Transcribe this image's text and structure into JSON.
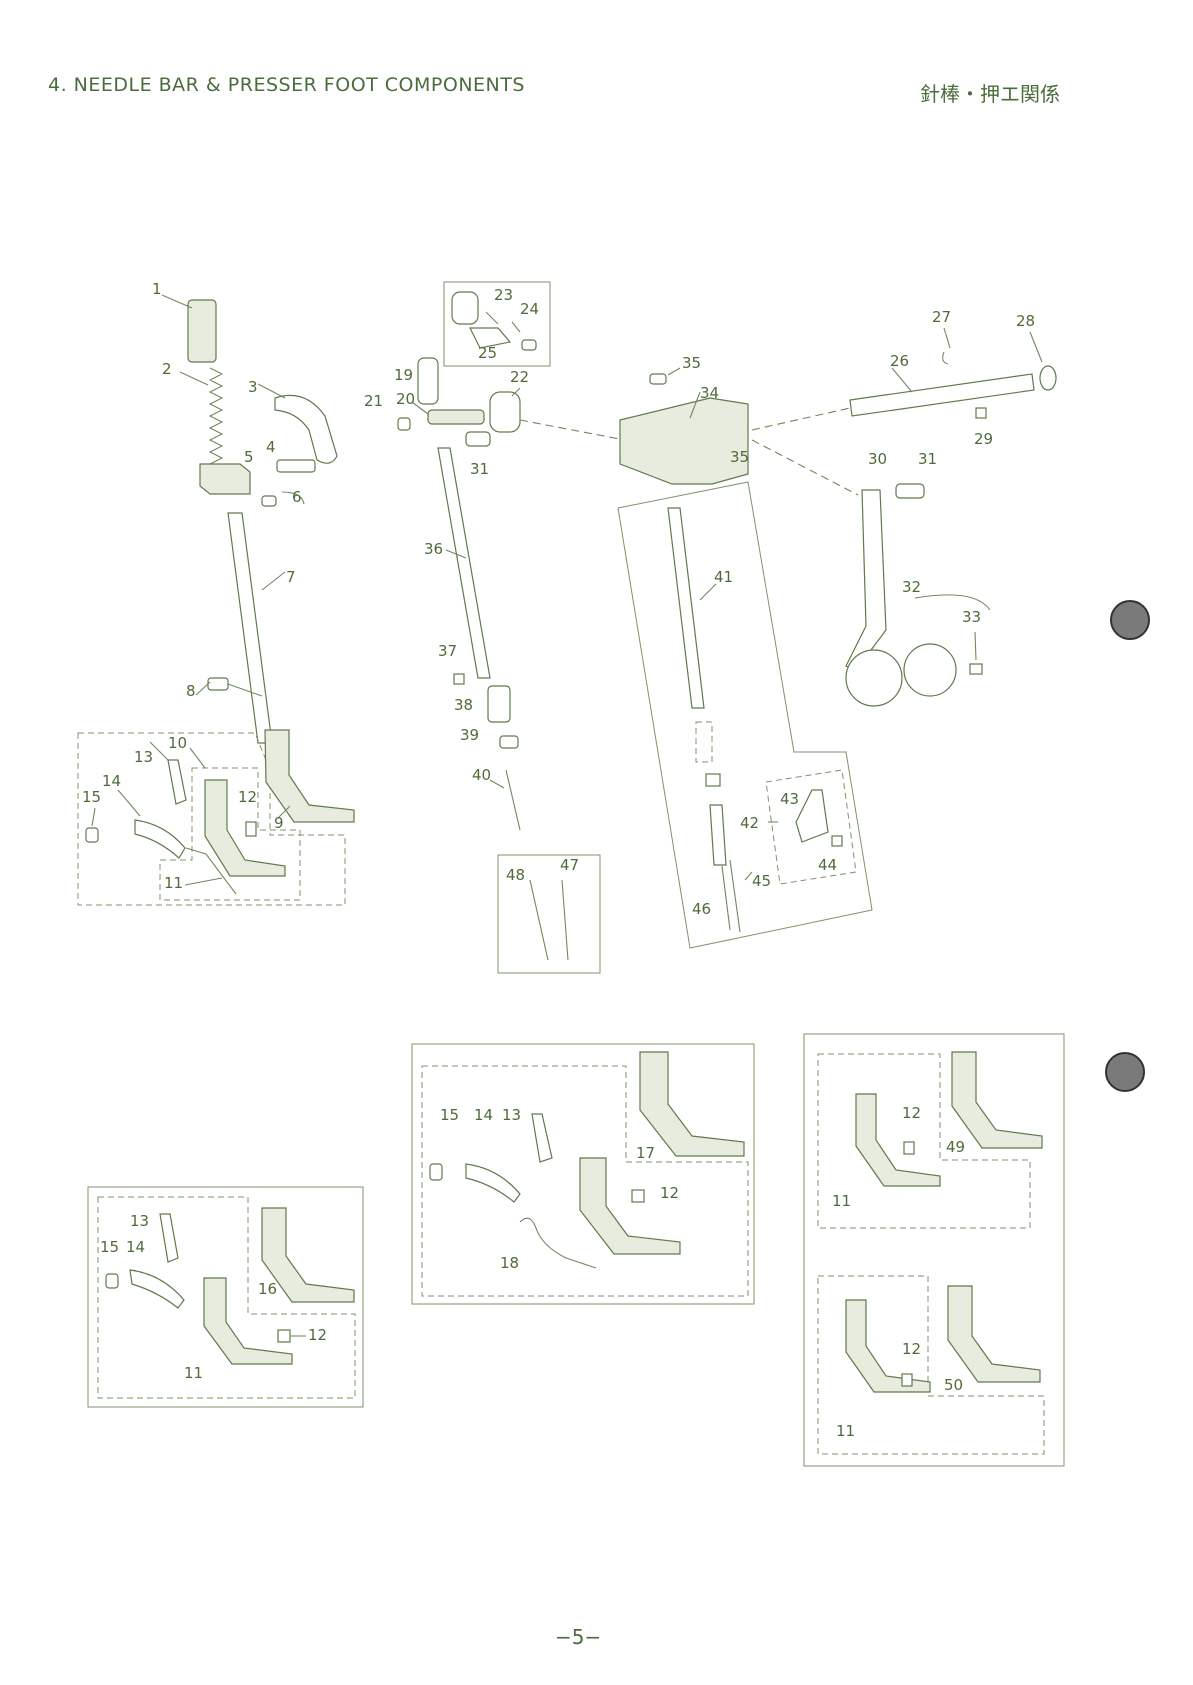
{
  "header": {
    "title": "4. NEEDLE BAR & PRESSER FOOT COMPONENTS",
    "title_jp": "針棒・押エ関係"
  },
  "footer": {
    "page_number": "−5−"
  },
  "part_labels": [
    "1",
    "2",
    "3",
    "4",
    "5",
    "6",
    "7",
    "8",
    "9",
    "10",
    "11",
    "12",
    "13",
    "14",
    "15",
    "16",
    "17",
    "18",
    "19",
    "20",
    "21",
    "22",
    "23",
    "24",
    "25",
    "26",
    "27",
    "28",
    "29",
    "30",
    "31",
    "32",
    "33",
    "34",
    "35",
    "36",
    "37",
    "38",
    "39",
    "40",
    "41",
    "42",
    "43",
    "44",
    "45",
    "46",
    "47",
    "48",
    "49",
    "50"
  ],
  "colors": {
    "ink": "#4f6b3a",
    "binder_hole": "#7a7a7a"
  }
}
